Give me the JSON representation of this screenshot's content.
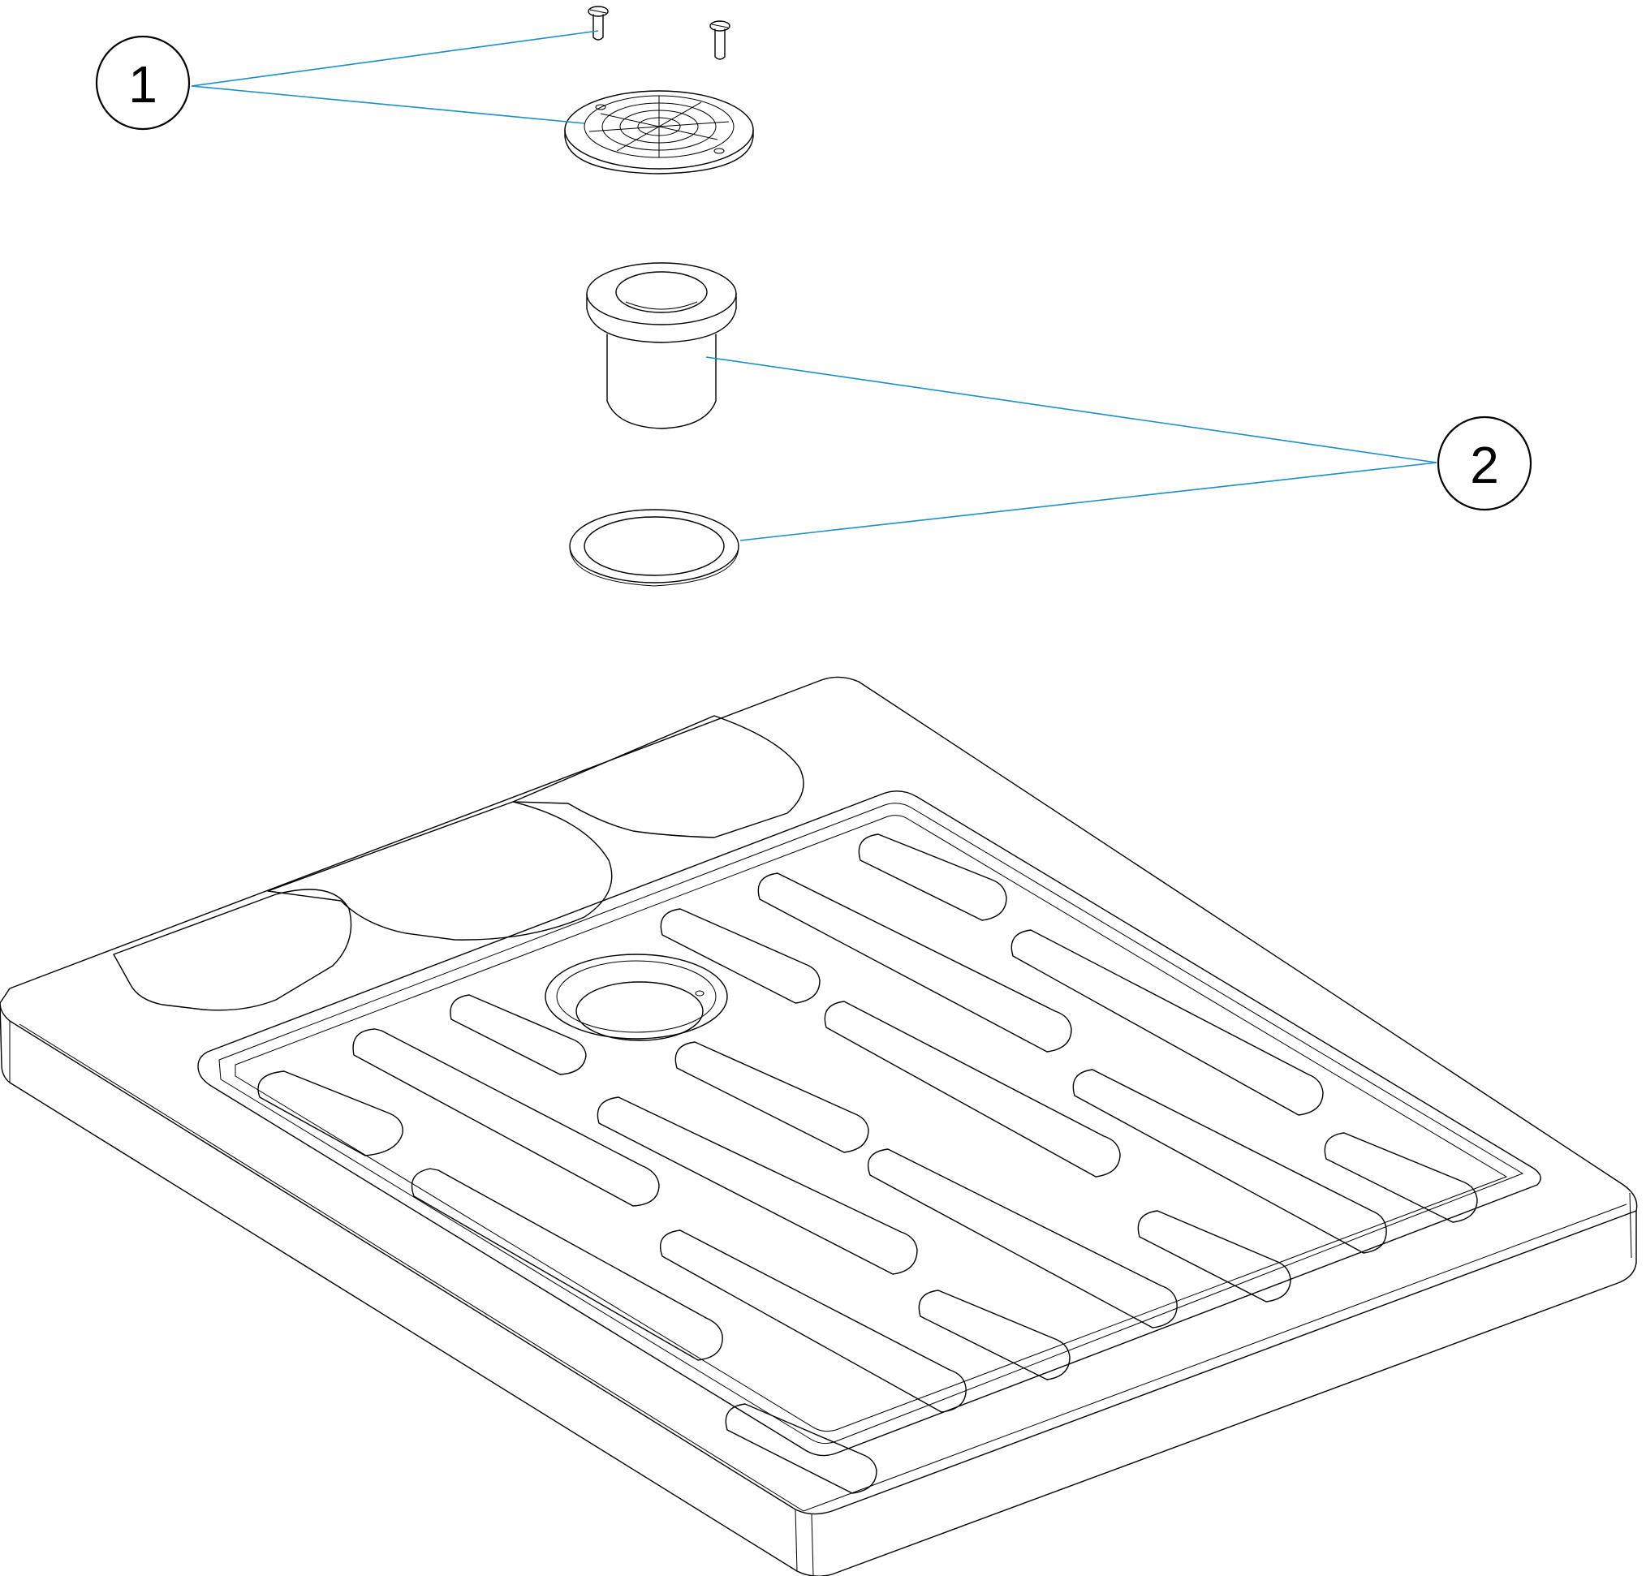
{
  "callouts": [
    {
      "id": "1",
      "label": "1"
    },
    {
      "id": "2",
      "label": "2"
    }
  ],
  "colors": {
    "leader": "#1a8fc8",
    "outline": "#000000",
    "background": "#ffffff"
  }
}
